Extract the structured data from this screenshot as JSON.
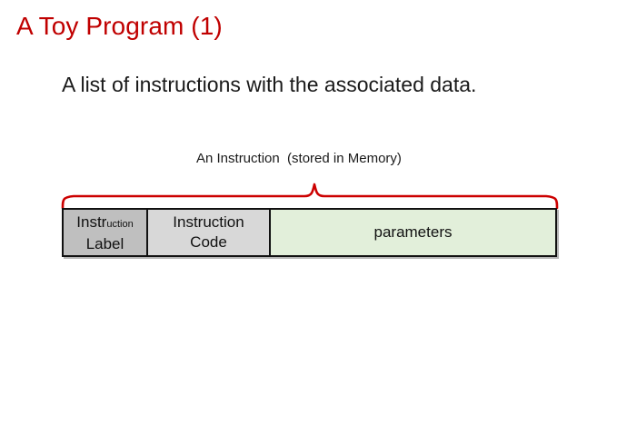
{
  "slide": {
    "title": "A Toy Program (1)",
    "body_text": "A list of instructions with the associated data.",
    "title_color": "#C00000",
    "background_color": "#FFFFFF"
  },
  "diagram": {
    "caption": "An Instruction  (stored in Memory)",
    "brace_color": "#CC0000",
    "cells": [
      {
        "name": "instruction-label",
        "line1_main": "Instr",
        "line1_small": "uction",
        "line2": "Label",
        "background_color": "#BFBFBF"
      },
      {
        "name": "instruction-code",
        "line1": "Instruction",
        "line2": "Code",
        "background_color": "#D8D8D8"
      },
      {
        "name": "parameters",
        "line1": "parameters",
        "background_color": "#E2EFDA"
      }
    ]
  }
}
